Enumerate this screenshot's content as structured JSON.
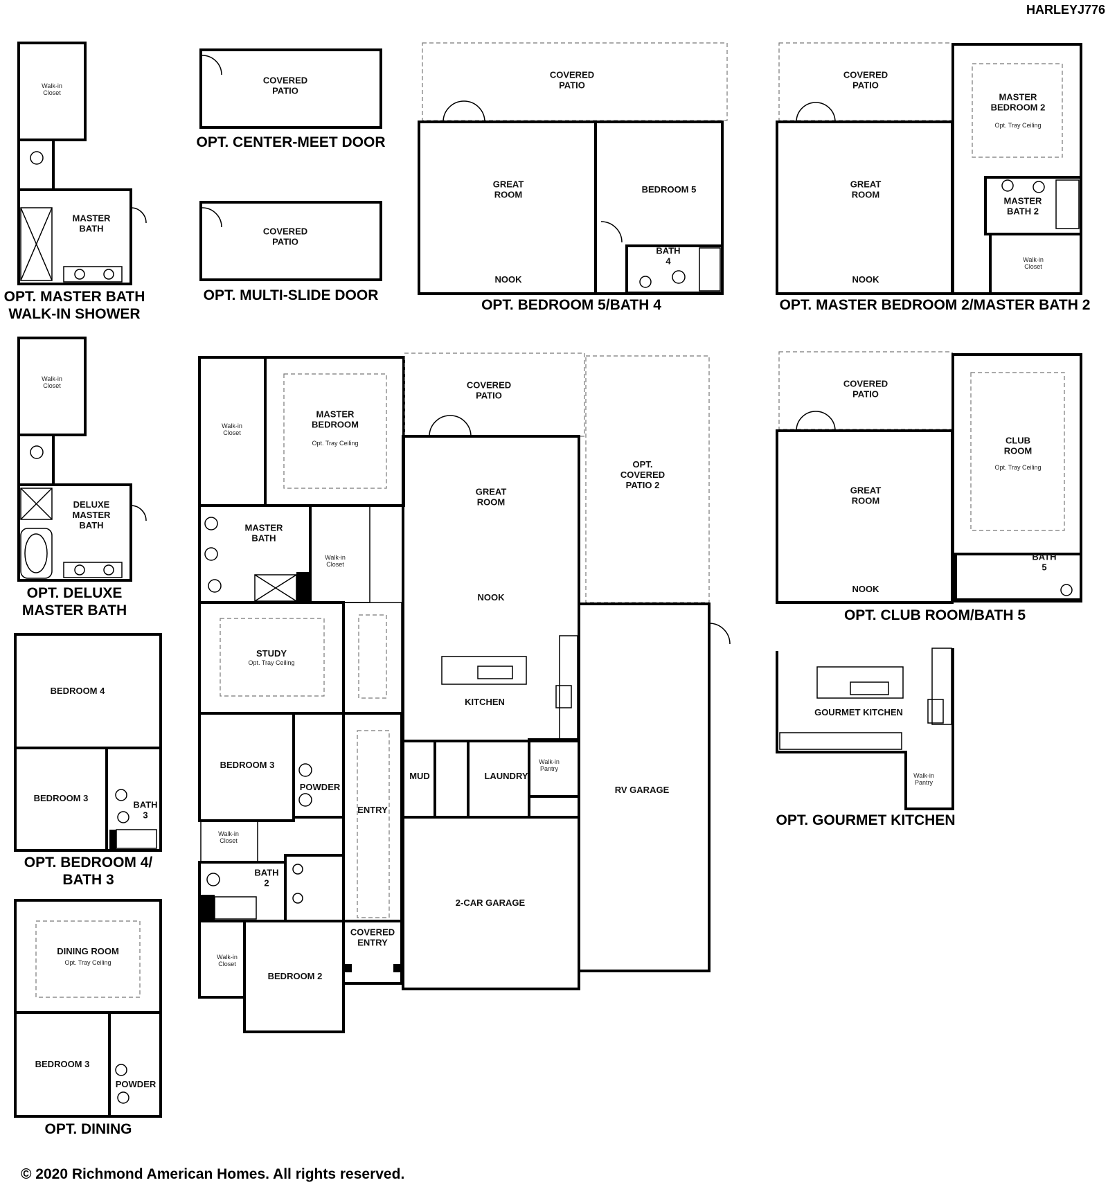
{
  "plan_code": "HARLEYJ776",
  "copyright": "© 2020 Richmond American Homes. All rights reserved.",
  "captions": {
    "master_bath_shower": "OPT. MASTER BATH\nWALK-IN SHOWER",
    "center_meet_door": "OPT. CENTER-MEET DOOR",
    "multi_slide_door": "OPT. MULTI-SLIDE DOOR",
    "bedroom5_bath4": "OPT. BEDROOM 5/BATH 4",
    "master_bedroom2": "OPT. MASTER BEDROOM 2/MASTER BATH 2",
    "deluxe_master_bath": "OPT. DELUXE\nMASTER BATH",
    "club_room_bath5": "OPT. CLUB ROOM/BATH 5",
    "bedroom4_bath3": "OPT. BEDROOM 4/\nBATH 3",
    "gourmet_kitchen": "OPT. GOURMET KITCHEN",
    "dining": "OPT. DINING"
  },
  "rooms": {
    "covered_patio": "COVERED\nPATIO",
    "great_room": "GREAT\nROOM",
    "nook": "NOOK",
    "bedroom_5": "BEDROOM 5",
    "bath_4": "BATH\n4",
    "master_bedroom_2": "MASTER\nBEDROOM 2",
    "master_bath_2": "MASTER\nBATH 2",
    "master_bath": "MASTER\nBATH",
    "deluxe_master_bath": "DELUXE\nMASTER\nBATH",
    "master_bedroom": "MASTER\nBEDROOM",
    "opt_tray_ceiling": "Opt. Tray Ceiling",
    "opt_covered_patio_2": "OPT.\nCOVERED\nPATIO 2",
    "club_room": "CLUB\nROOM",
    "bath_5": "BATH\n5",
    "study": "STUDY",
    "kitchen": "KITCHEN",
    "gourmet_kitchen": "GOURMET KITCHEN",
    "bedroom_4": "BEDROOM 4",
    "bedroom_3": "BEDROOM 3",
    "bath_3": "BATH\n3",
    "powder": "POWDER",
    "mud": "MUD",
    "laundry": "LAUNDRY",
    "entry": "ENTRY",
    "rv_garage": "RV GARAGE",
    "bath_2": "BATH\n2",
    "two_car_garage": "2-CAR GARAGE",
    "covered_entry": "COVERED\nENTRY",
    "bedroom_2": "BEDROOM 2",
    "dining_room": "DINING ROOM",
    "walk_in_closet": "Walk-in\nCloset",
    "walk_in_pantry": "Walk-in\nPantry"
  }
}
